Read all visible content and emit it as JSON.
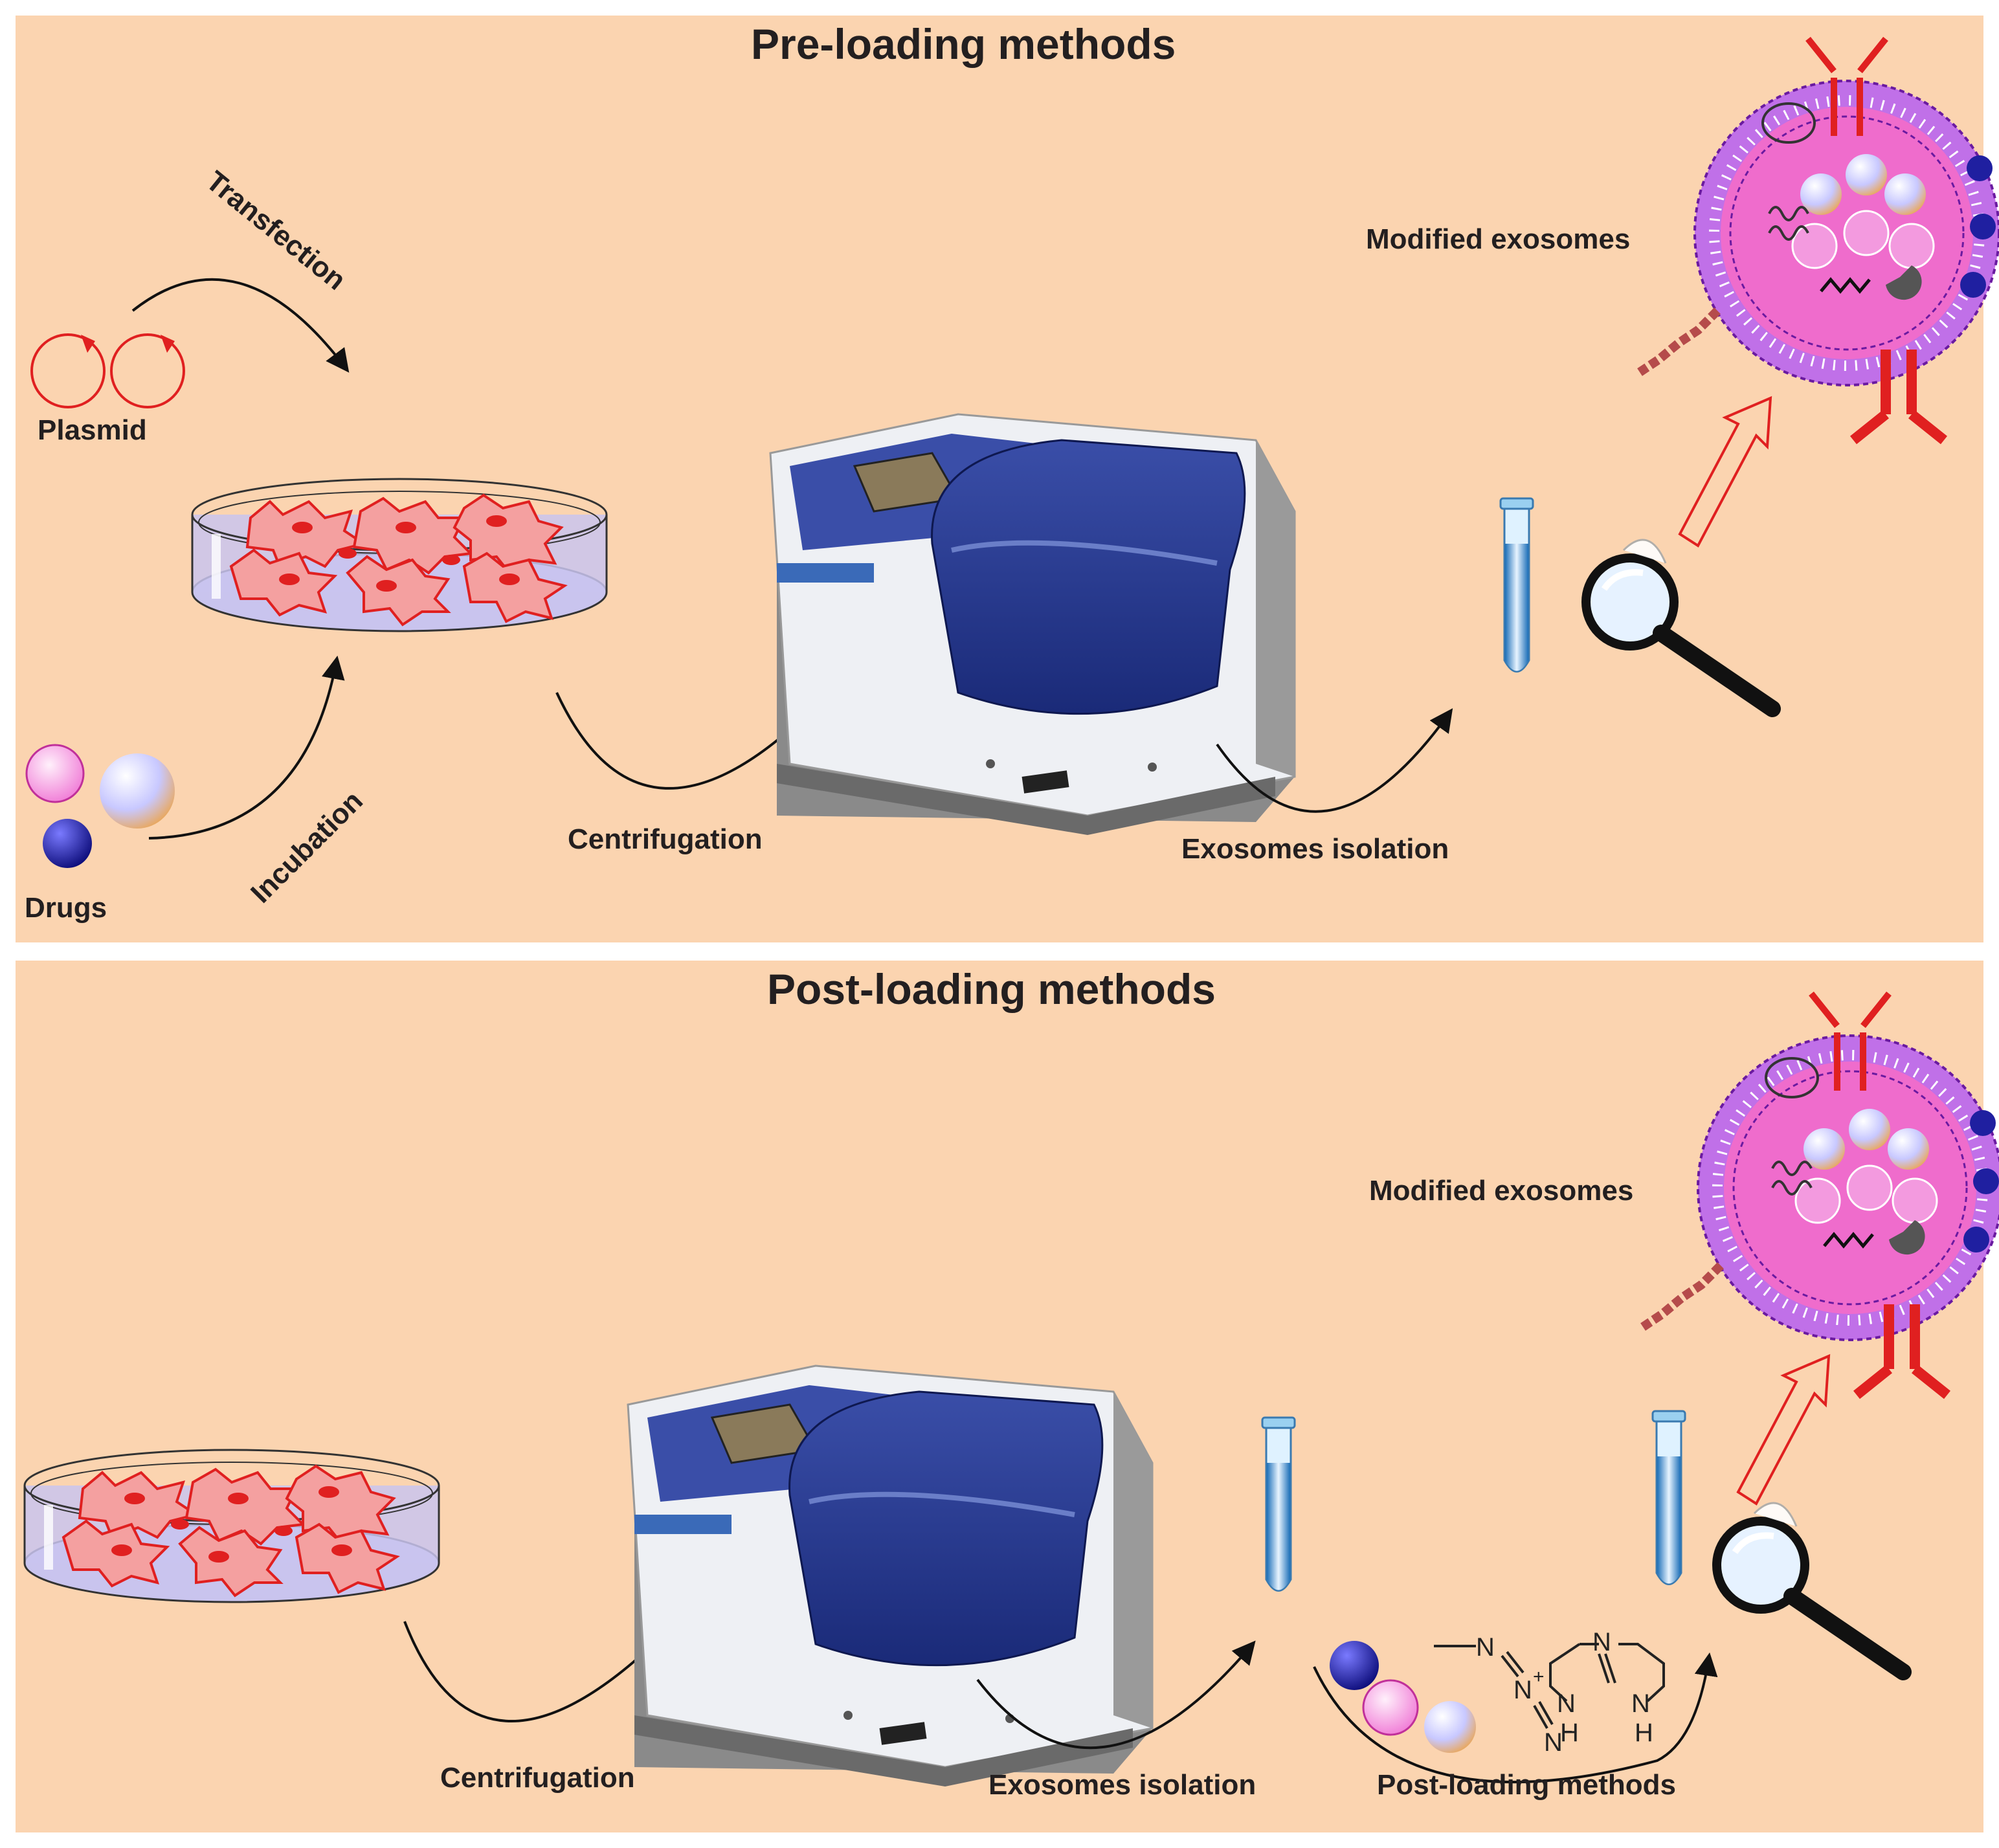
{
  "colors": {
    "background": "#fbd4b0",
    "cell": "#f06b6b",
    "membrane": "#9b2fc7",
    "exosome_core": "#f27ad2",
    "drug_dark": "#1f1fa0",
    "arrow_red": "#e02020",
    "tube_liquid": "#3a8fd8"
  },
  "top": {
    "title": "Pre-loading methods",
    "labels": {
      "transfection": "Transfection",
      "plasmid": "Plasmid",
      "incubation": "Incubation",
      "drugs": "Drugs",
      "centrifugation": "Centrifugation",
      "isolation": "Exosomes isolation",
      "modified": "Modified exosomes"
    }
  },
  "bottom": {
    "title": "Post-loading methods",
    "labels": {
      "centrifugation": "Centrifugation",
      "isolation": "Exosomes isolation",
      "postloading": "Post-loading methods",
      "modified": "Modified exosomes"
    },
    "chem": {
      "n1": "N",
      "n2": "N",
      "n3": "N",
      "n_plus": "+",
      "n_minus": "−",
      "ring_n1": "N",
      "ring_n2": "N",
      "ring_n3": "N",
      "h1": "H",
      "h2": "H"
    }
  },
  "icons": [
    "petri-dish-icon",
    "centrifuge-icon",
    "test-tube-icon",
    "magnifier-icon",
    "exosome-icon",
    "plasmid-icon",
    "drug-sphere-icon"
  ]
}
